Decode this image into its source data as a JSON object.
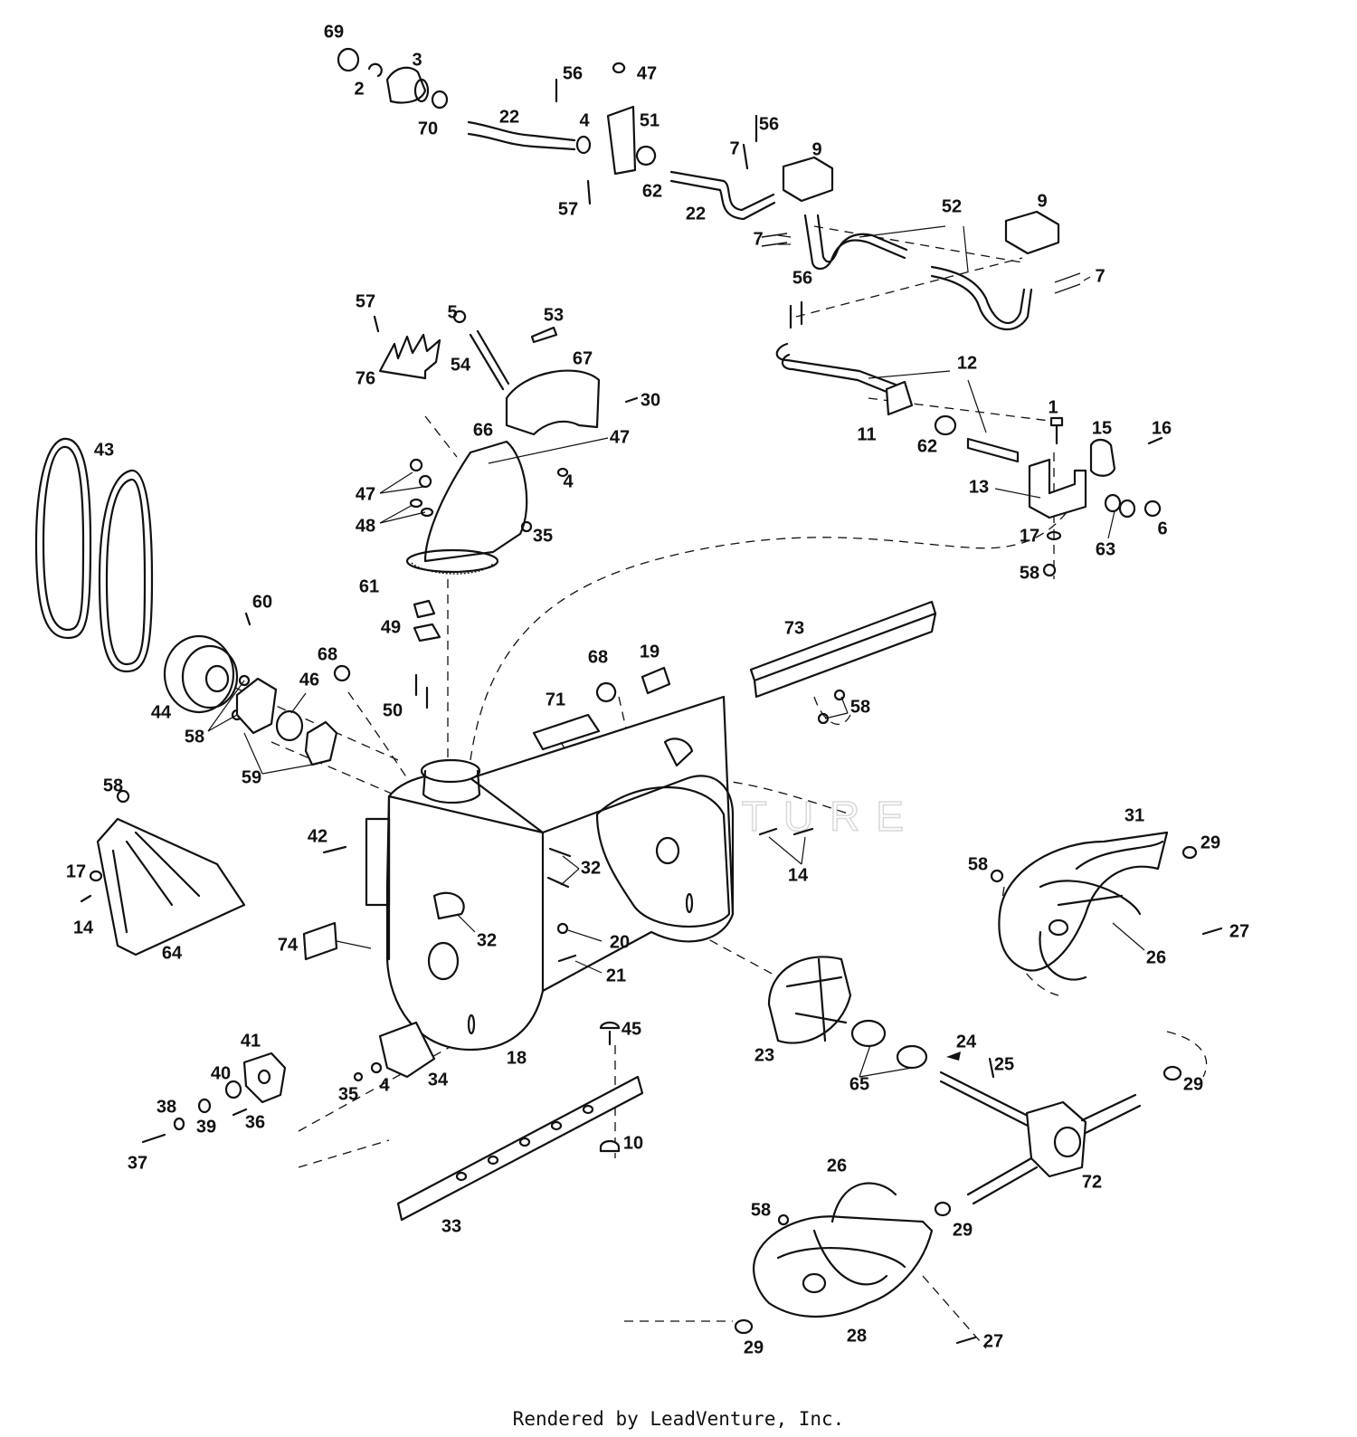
{
  "footer": {
    "credit": "Rendered by LeadVenture, Inc."
  },
  "watermark": {
    "text": "LEADVENTURE"
  },
  "callouts": [
    {
      "id": "c-69",
      "text": "69"
    },
    {
      "id": "c-3",
      "text": "3"
    },
    {
      "id": "c-2",
      "text": "2"
    },
    {
      "id": "c-70",
      "text": "70"
    },
    {
      "id": "c-22a",
      "text": "22"
    },
    {
      "id": "c-56a",
      "text": "56"
    },
    {
      "id": "c-47a",
      "text": "47"
    },
    {
      "id": "c-4a",
      "text": "4"
    },
    {
      "id": "c-51",
      "text": "51"
    },
    {
      "id": "c-57a",
      "text": "57"
    },
    {
      "id": "c-62a",
      "text": "62"
    },
    {
      "id": "c-22b",
      "text": "22"
    },
    {
      "id": "c-7a",
      "text": "7"
    },
    {
      "id": "c-56b",
      "text": "56"
    },
    {
      "id": "c-9a",
      "text": "9"
    },
    {
      "id": "c-52",
      "text": "52"
    },
    {
      "id": "c-9b",
      "text": "9"
    },
    {
      "id": "c-7b",
      "text": "7"
    },
    {
      "id": "c-7c",
      "text": "7"
    },
    {
      "id": "c-56c",
      "text": "56"
    },
    {
      "id": "c-12",
      "text": "12"
    },
    {
      "id": "c-11",
      "text": "11"
    },
    {
      "id": "c-62b",
      "text": "62"
    },
    {
      "id": "c-1",
      "text": "1"
    },
    {
      "id": "c-15",
      "text": "15"
    },
    {
      "id": "c-16",
      "text": "16"
    },
    {
      "id": "c-13",
      "text": "13"
    },
    {
      "id": "c-17a",
      "text": "17"
    },
    {
      "id": "c-63",
      "text": "63"
    },
    {
      "id": "c-6",
      "text": "6"
    },
    {
      "id": "c-58a",
      "text": "58"
    },
    {
      "id": "c-57b",
      "text": "57"
    },
    {
      "id": "c-5",
      "text": "5"
    },
    {
      "id": "c-53",
      "text": "53"
    },
    {
      "id": "c-54",
      "text": "54"
    },
    {
      "id": "c-76",
      "text": "76"
    },
    {
      "id": "c-67",
      "text": "67"
    },
    {
      "id": "c-30",
      "text": "30"
    },
    {
      "id": "c-66",
      "text": "66"
    },
    {
      "id": "c-47b",
      "text": "47"
    },
    {
      "id": "c-4b",
      "text": "4"
    },
    {
      "id": "c-47c",
      "text": "47"
    },
    {
      "id": "c-48",
      "text": "48"
    },
    {
      "id": "c-35a",
      "text": "35"
    },
    {
      "id": "c-43",
      "text": "43"
    },
    {
      "id": "c-60",
      "text": "60"
    },
    {
      "id": "c-61",
      "text": "61"
    },
    {
      "id": "c-49",
      "text": "49"
    },
    {
      "id": "c-68a",
      "text": "68"
    },
    {
      "id": "c-46",
      "text": "46"
    },
    {
      "id": "c-44",
      "text": "44"
    },
    {
      "id": "c-58b",
      "text": "58"
    },
    {
      "id": "c-50",
      "text": "50"
    },
    {
      "id": "c-59",
      "text": "59"
    },
    {
      "id": "c-71",
      "text": "71"
    },
    {
      "id": "c-68b",
      "text": "68"
    },
    {
      "id": "c-19",
      "text": "19"
    },
    {
      "id": "c-73",
      "text": "73"
    },
    {
      "id": "c-58c",
      "text": "58"
    },
    {
      "id": "c-58d",
      "text": "58"
    },
    {
      "id": "c-17b",
      "text": "17"
    },
    {
      "id": "c-14a",
      "text": "14"
    },
    {
      "id": "c-64",
      "text": "64"
    },
    {
      "id": "c-42",
      "text": "42"
    },
    {
      "id": "c-74",
      "text": "74"
    },
    {
      "id": "c-32a",
      "text": "32"
    },
    {
      "id": "c-32b",
      "text": "32"
    },
    {
      "id": "c-20",
      "text": "20"
    },
    {
      "id": "c-21",
      "text": "21"
    },
    {
      "id": "c-14b",
      "text": "14"
    },
    {
      "id": "c-31",
      "text": "31"
    },
    {
      "id": "c-29a",
      "text": "29"
    },
    {
      "id": "c-58e",
      "text": "58"
    },
    {
      "id": "c-27a",
      "text": "27"
    },
    {
      "id": "c-26a",
      "text": "26"
    },
    {
      "id": "c-41",
      "text": "41"
    },
    {
      "id": "c-40",
      "text": "40"
    },
    {
      "id": "c-38",
      "text": "38"
    },
    {
      "id": "c-39",
      "text": "39"
    },
    {
      "id": "c-36",
      "text": "36"
    },
    {
      "id": "c-37",
      "text": "37"
    },
    {
      "id": "c-35b",
      "text": "35"
    },
    {
      "id": "c-4c",
      "text": "4"
    },
    {
      "id": "c-34",
      "text": "34"
    },
    {
      "id": "c-18",
      "text": "18"
    },
    {
      "id": "c-45",
      "text": "45"
    },
    {
      "id": "c-23",
      "text": "23"
    },
    {
      "id": "c-24",
      "text": "24"
    },
    {
      "id": "c-25",
      "text": "25"
    },
    {
      "id": "c-65",
      "text": "65"
    },
    {
      "id": "c-29b",
      "text": "29"
    },
    {
      "id": "c-10",
      "text": "10"
    },
    {
      "id": "c-72",
      "text": "72"
    },
    {
      "id": "c-33",
      "text": "33"
    },
    {
      "id": "c-26b",
      "text": "26"
    },
    {
      "id": "c-58f",
      "text": "58"
    },
    {
      "id": "c-29c",
      "text": "29"
    },
    {
      "id": "c-28",
      "text": "28"
    },
    {
      "id": "c-29d",
      "text": "29"
    },
    {
      "id": "c-27b",
      "text": "27"
    }
  ]
}
